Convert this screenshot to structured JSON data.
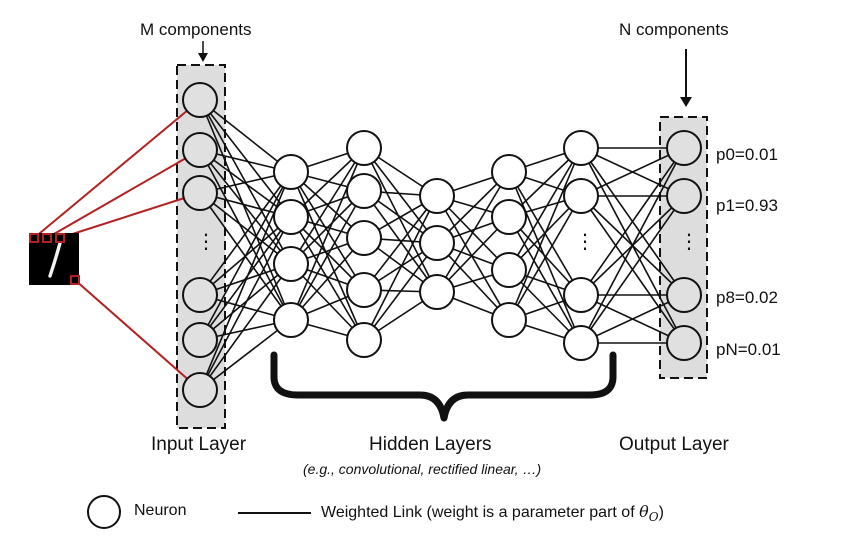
{
  "labels": {
    "input_top": "M components",
    "output_top": "N components",
    "input_layer": "Input Layer",
    "hidden_layers": "Hidden Layers",
    "hidden_note": "(e.g., convolutional, rectified linear, …)",
    "output_layer": "Output Layer"
  },
  "outputs": [
    {
      "label": "p0=0.01"
    },
    {
      "label": "p1=0.93"
    },
    {
      "label": "p8=0.02"
    },
    {
      "label": "pN=0.01"
    }
  ],
  "ellipsis": "⋮",
  "legend": {
    "neuron": "Neuron",
    "link_prefix": "Weighted Link  (weight is a parameter part of ",
    "theta": "θ",
    "theta_sub": "O",
    "link_suffix": ")"
  },
  "colors": {
    "input_links": "#b22222",
    "neuron_fill_shaded": "#e0e0e0",
    "neuron_fill_hidden": "#ffffff",
    "layer_box": "#dddddd"
  },
  "input_image": "handwritten digit 1"
}
